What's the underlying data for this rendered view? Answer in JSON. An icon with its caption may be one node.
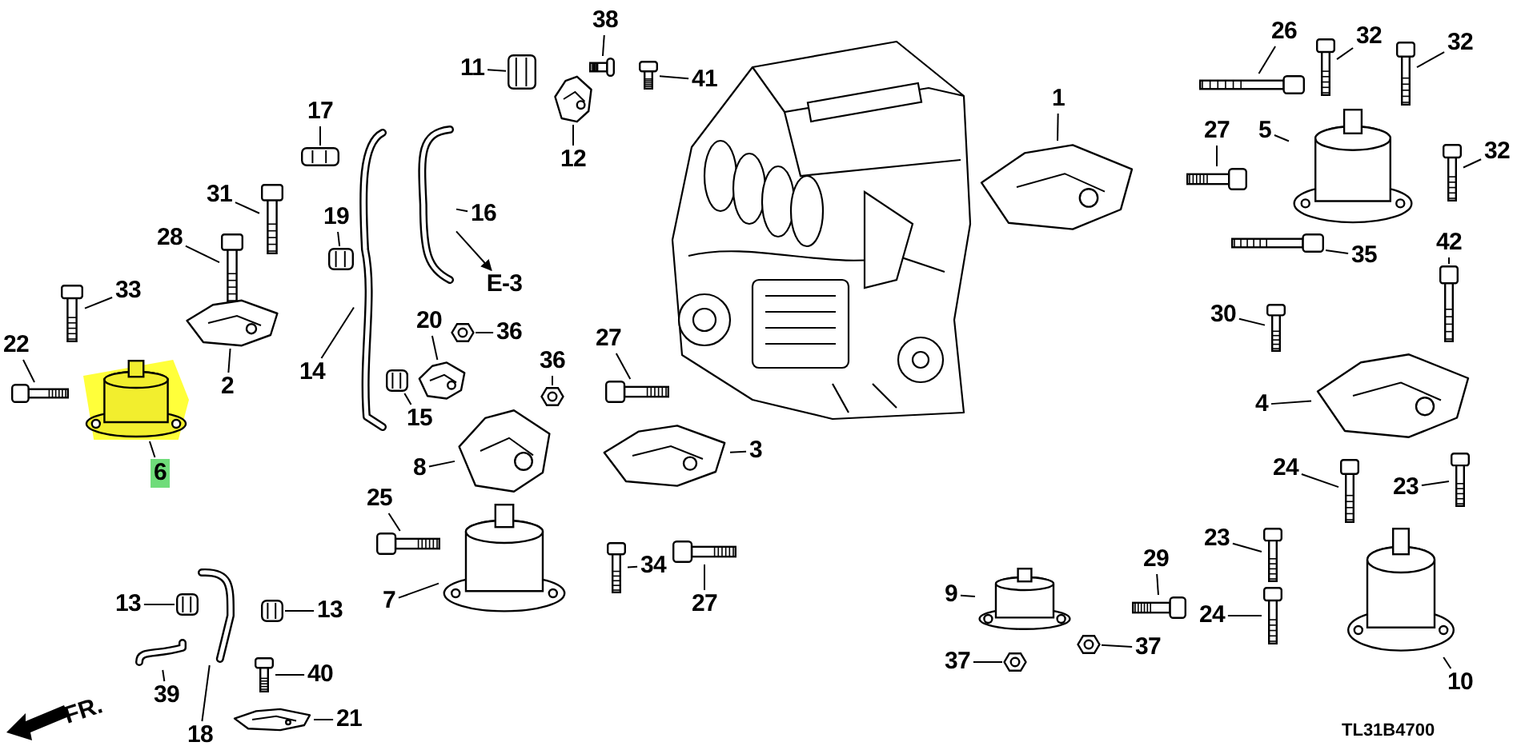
{
  "diagram": {
    "nodes": [
      {
        "text": [
          "38"
        ]
      },
      {
        "text": [],
        "shape": "picture"
      },
      {
        "text": [
          "11"
        ]
      },
      {
        "text": [],
        "shape": "picture"
      },
      {
        "text": [
          "41"
        ]
      },
      {
        "text": [],
        "shape": "picture"
      },
      {
        "text": [
          "26"
        ]
      },
      {
        "text": [],
        "shape": "picture"
      },
      {
        "text": [
          "32"
        ]
      },
      {
        "text": [],
        "shape": "picture"
      },
      {
        "text": [
          "32"
        ]
      },
      {
        "text": [],
        "shape": "picture"
      },
      {
        "text": [
          "1"
        ]
      },
      {
        "text": [],
        "shape": "picture"
      },
      {
        "text": [
          "17"
        ]
      },
      {
        "text": [],
        "shape": "picture"
      },
      {
        "text": [
          "5"
        ]
      },
      {
        "text": [],
        "shape": "picture"
      },
      {
        "text": [
          "27"
        ]
      },
      {
        "text": [],
        "shape": "picture"
      },
      {
        "text": [
          "12"
        ]
      },
      {
        "text": [],
        "shape": "picture"
      },
      {
        "text": [
          "32"
        ]
      },
      {
        "text": [],
        "shape": "picture"
      },
      {
        "text": [
          "31"
        ]
      },
      {
        "text": [],
        "shape": "picture"
      },
      {
        "text": [
          "16"
        ]
      },
      {
        "text": [],
        "shape": "picture"
      },
      {
        "text": [
          "E-3"
        ]
      },
      {
        "text": [
          "19"
        ]
      },
      {
        "text": [],
        "shape": "picture"
      },
      {
        "text": [
          "35"
        ]
      },
      {
        "text": [],
        "shape": "picture"
      },
      {
        "text": [
          "28"
        ]
      },
      {
        "text": [],
        "shape": "picture"
      },
      {
        "text": [
          "42"
        ]
      },
      {
        "text": [],
        "shape": "picture"
      },
      {
        "text": [
          "33"
        ]
      },
      {
        "text": [],
        "shape": "picture"
      },
      {
        "text": [
          "30"
        ]
      },
      {
        "text": [],
        "shape": "picture"
      },
      {
        "text": [
          "20"
        ]
      },
      {
        "text": [],
        "shape": "picture"
      },
      {
        "text": [
          "36"
        ]
      },
      {
        "text": [],
        "shape": "picture"
      },
      {
        "text": [
          "22"
        ]
      },
      {
        "text": [],
        "shape": "picture"
      },
      {
        "text": [
          "14"
        ]
      },
      {
        "text": [],
        "shape": "picture"
      },
      {
        "text": [
          "36"
        ]
      },
      {
        "text": [],
        "shape": "picture"
      },
      {
        "text": [
          "27"
        ]
      },
      {
        "text": [],
        "shape": "picture"
      },
      {
        "text": [
          "2"
        ]
      },
      {
        "text": [],
        "shape": "picture"
      },
      {
        "text": [
          "4"
        ]
      },
      {
        "text": [],
        "shape": "picture"
      },
      {
        "text": [
          "15"
        ]
      },
      {
        "text": [],
        "shape": "picture"
      },
      {
        "text": [
          "8"
        ]
      },
      {
        "text": [],
        "shape": "picture"
      },
      {
        "text": [
          "6"
        ]
      },
      {
        "text": [],
        "shape": "picture"
      },
      {
        "text": [
          "3"
        ]
      },
      {
        "text": [],
        "shape": "picture"
      },
      {
        "text": [
          "24"
        ]
      },
      {
        "text": [],
        "shape": "picture"
      },
      {
        "text": [
          "23"
        ]
      },
      {
        "text": [],
        "shape": "picture"
      },
      {
        "text": [
          "25"
        ]
      },
      {
        "text": [],
        "shape": "picture"
      },
      {
        "text": [
          "23"
        ]
      },
      {
        "text": [],
        "shape": "picture"
      },
      {
        "text": [
          "34"
        ]
      },
      {
        "text": [],
        "shape": "picture"
      },
      {
        "text": [
          "29"
        ]
      },
      {
        "text": [],
        "shape": "picture"
      },
      {
        "text": [
          "9"
        ]
      },
      {
        "text": [],
        "shape": "picture"
      },
      {
        "text": [
          "13"
        ]
      },
      {
        "text": [],
        "shape": "picture"
      },
      {
        "text": [
          "13"
        ]
      },
      {
        "text": [],
        "shape": "picture"
      },
      {
        "text": [
          "7"
        ]
      },
      {
        "text": [],
        "shape": "picture"
      },
      {
        "text": [
          "24"
        ]
      },
      {
        "text": [],
        "shape": "picture"
      },
      {
        "text": [
          "27"
        ]
      },
      {
        "text": [],
        "shape": "picture"
      },
      {
        "text": [
          "37"
        ]
      },
      {
        "text": [],
        "shape": "picture"
      },
      {
        "text": [
          "37"
        ]
      },
      {
        "text": [],
        "shape": "picture"
      },
      {
        "text": [
          "10"
        ]
      },
      {
        "text": [],
        "shape": "picture"
      },
      {
        "text": [
          "40"
        ]
      },
      {
        "text": [],
        "shape": "picture"
      },
      {
        "text": [
          "39"
        ]
      },
      {
        "text": [],
        "shape": "picture"
      },
      {
        "text": [
          "21"
        ]
      },
      {
        "text": [],
        "shape": "picture"
      },
      {
        "text": [
          "18"
        ]
      },
      {
        "text": [],
        "shape": "picture"
      }
    ],
    "edges": [
      {
        "from": 0,
        "to": 1,
        "arrow": "none"
      },
      {
        "from": 2,
        "to": 3,
        "arrow": "none"
      },
      {
        "from": 4,
        "to": 5,
        "arrow": "none"
      },
      {
        "from": 6,
        "to": 7,
        "arrow": "none"
      },
      {
        "from": 8,
        "to": 9,
        "arrow": "none"
      },
      {
        "from": 10,
        "to": 11,
        "arrow": "none"
      },
      {
        "from": 12,
        "to": 13,
        "arrow": "none"
      },
      {
        "from": 14,
        "to": 15,
        "arrow": "none"
      },
      {
        "from": 16,
        "to": 17,
        "arrow": "none"
      },
      {
        "from": 18,
        "to": 19,
        "arrow": "none"
      },
      {
        "from": 20,
        "to": 21,
        "arrow": "none"
      },
      {
        "from": 22,
        "to": 23,
        "arrow": "none"
      },
      {
        "from": 24,
        "to": 25,
        "arrow": "none"
      },
      {
        "from": 26,
        "to": 27,
        "arrow": "none"
      },
      {
        "from": 27,
        "to": 28,
        "arrow": "to"
      },
      {
        "from": 29,
        "to": 30,
        "arrow": "none"
      },
      {
        "from": 31,
        "to": 32,
        "arrow": "none"
      },
      {
        "from": 33,
        "to": 34,
        "arrow": "none"
      },
      {
        "from": 35,
        "to": 36,
        "arrow": "none"
      },
      {
        "from": 37,
        "to": 38,
        "arrow": "none"
      },
      {
        "from": 39,
        "to": 40,
        "arrow": "none"
      },
      {
        "from": 41,
        "to": 42,
        "arrow": "none"
      },
      {
        "from": 43,
        "to": 44,
        "arrow": "none"
      },
      {
        "from": 45,
        "to": 46,
        "arrow": "none"
      },
      {
        "from": 47,
        "to": 48,
        "arrow": "none"
      },
      {
        "from": 49,
        "to": 50,
        "arrow": "none"
      },
      {
        "from": 51,
        "to": 52,
        "arrow": "none"
      },
      {
        "from": 53,
        "to": 54,
        "arrow": "none"
      },
      {
        "from": 55,
        "to": 56,
        "arrow": "none"
      },
      {
        "from": 57,
        "to": 58,
        "arrow": "none"
      },
      {
        "from": 59,
        "to": 60,
        "arrow": "none"
      },
      {
        "from": 61,
        "to": 62,
        "arrow": "none"
      },
      {
        "from": 63,
        "to": 64,
        "arrow": "none"
      },
      {
        "from": 65,
        "to": 66,
        "arrow": "none"
      },
      {
        "from": 67,
        "to": 68,
        "arrow": "none"
      },
      {
        "from": 69,
        "to": 70,
        "arrow": "none"
      },
      {
        "from": 71,
        "to": 72,
        "arrow": "none"
      },
      {
        "from": 73,
        "to": 74,
        "arrow": "none"
      },
      {
        "from": 75,
        "to": 76,
        "arrow": "none"
      },
      {
        "from": 77,
        "to": 78,
        "arrow": "none"
      },
      {
        "from": 79,
        "to": 80,
        "arrow": "none"
      },
      {
        "from": 81,
        "to": 82,
        "arrow": "none"
      },
      {
        "from": 83,
        "to": 84,
        "arrow": "none"
      },
      {
        "from": 85,
        "to": 86,
        "arrow": "none"
      },
      {
        "from": 87,
        "to": 88,
        "arrow": "none"
      },
      {
        "from": 89,
        "to": 90,
        "arrow": "none"
      },
      {
        "from": 91,
        "to": 92,
        "arrow": "none"
      },
      {
        "from": 93,
        "to": 94,
        "arrow": "none"
      },
      {
        "from": 95,
        "to": 96,
        "arrow": "none"
      },
      {
        "from": 97,
        "to": 98,
        "arrow": "none"
      },
      {
        "from": 99,
        "to": 100,
        "arrow": "none"
      },
      {
        "from": 101,
        "to": 102,
        "arrow": "none"
      }
    ],
    "labels": [
      "FR.",
      "TL31B4700"
    ]
  }
}
